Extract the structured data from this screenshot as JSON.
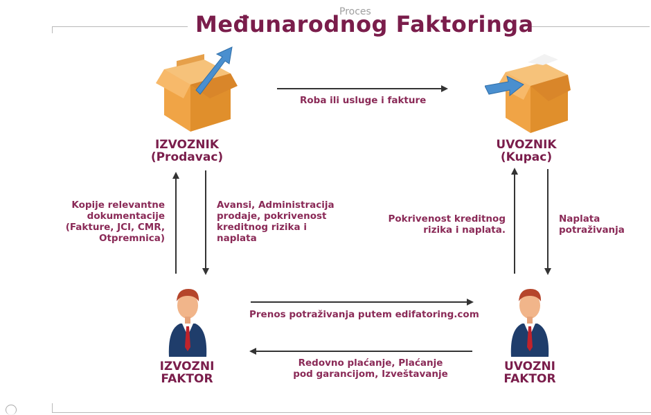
{
  "title": {
    "small": "Proces",
    "main": "Međunarodnog Faktoringa"
  },
  "nodes": {
    "exporter": {
      "line1": "IZVOZNIK",
      "line2": "(Prodavac)"
    },
    "importer": {
      "line1": "UVOZNIK",
      "line2": "(Kupac)"
    },
    "export_factor": {
      "line1": "IZVOZNI",
      "line2": "FAKTOR"
    },
    "import_factor": {
      "line1": "UVOZNI",
      "line2": "FAKTOR"
    }
  },
  "flows": {
    "goods": "Roba ili usluge i fakture",
    "docs": [
      "Kopije relevantne",
      "dokumentacije",
      "(Fakture, JCI, CMR,",
      "Otpremnica)"
    ],
    "advance": [
      "Avansi, Administracija",
      "prodaje, pokrivenost",
      "kreditnog rizika i",
      "naplata"
    ],
    "coverage": [
      "Pokrivenost kreditnog",
      "rizika i  naplata."
    ],
    "collection": [
      "Naplata",
      "potraživanja"
    ],
    "transfer": "Prenos potraživanja putem edifatoring.com",
    "payment": [
      "Redovno plaćanje, Plaćanje",
      "pod garancijom, Izveštavanje"
    ]
  },
  "colors": {
    "title": "#7a1d4b",
    "label": "#8a2a57",
    "box": "#f0a446",
    "arrow_icon": "#4a8fcf",
    "suit": "#1f3d6b",
    "tie": "#c0232b"
  },
  "icons": {
    "exporter": "open-box-outgoing-arrow-icon",
    "importer": "open-box-incoming-arrow-icon",
    "export_factor": "businessman-icon",
    "import_factor": "businessman-icon"
  }
}
